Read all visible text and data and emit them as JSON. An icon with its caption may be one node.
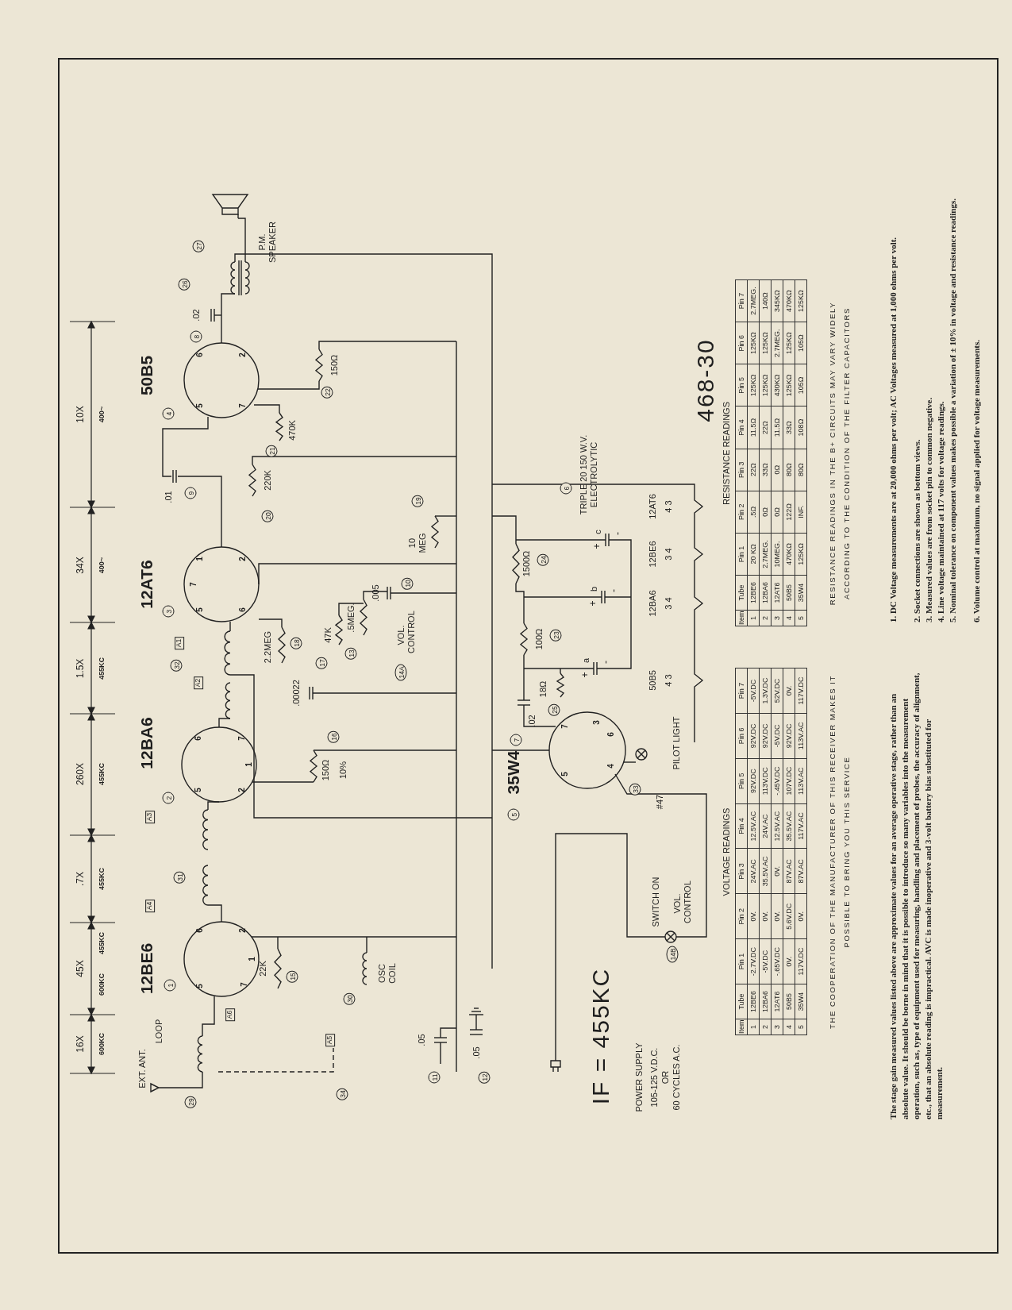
{
  "diagram": {
    "labels": [
      "16X",
      "600KC",
      "45X",
      "600KC",
      "455KC",
      ".7X",
      "455KC",
      "260X",
      "455KC",
      "1.5X",
      "455KC",
      "34X",
      "400~",
      "10X",
      "400~",
      "12BE6",
      "1",
      "12BA6",
      "2",
      "12AT6",
      "3",
      "50B5",
      "4",
      "EXT. ANT.",
      "LOOP",
      "29",
      "A6",
      "A4",
      "31",
      "A3",
      "A2",
      "32",
      "A1",
      "22K",
      "15",
      "30",
      "OSC COIL",
      "A5",
      "34",
      "11",
      ".05",
      "12",
      ".05",
      "150Ω",
      "10%",
      "16",
      "2.2MEG",
      "18",
      ".00022",
      "17",
      "47K",
      "13",
      ".5MEG.",
      "14A",
      "VOL. CONTROL",
      ".005",
      "10",
      "10 MEG",
      "19",
      ".01",
      "9",
      "220K",
      "20",
      "470K",
      "21",
      "150Ω",
      "22",
      ".02",
      "8",
      "26",
      "27",
      "P.M. SPEAKER",
      "5",
      "35W4",
      ".02",
      "7",
      "18Ω",
      "25",
      "100Ω",
      "23",
      "1500Ω",
      "24",
      "+",
      "a",
      "-",
      "+",
      "b",
      "-",
      "+",
      "c",
      "-",
      "6",
      "TRIPLE 20 150 W.V. ELECTROLYTIC",
      "IF = 455KC",
      "POWER SUPPLY",
      "105-125 V.D.C.",
      "OR",
      "60 CYCLES A.C.",
      "SWITCH ON",
      "14B",
      "VOL. CONTROL",
      "33",
      "#47",
      "PILOT LIGHT",
      "50B5",
      "4 3",
      "12BA6",
      "3 4",
      "12BE6",
      "3 4",
      "12AT6",
      "4 3",
      "5",
      "6",
      "2",
      "7",
      "1",
      "5",
      "6",
      "2",
      "1",
      "7",
      "5",
      "7",
      "1",
      "2",
      "6",
      "5",
      "6",
      "2",
      "7",
      "5",
      "7",
      "3",
      "6",
      "4",
      "468-30",
      "VOLTAGE READINGS",
      "Item",
      "Tube",
      "Pin 1",
      "Pin 2",
      "Pin 3",
      "Pin 4",
      "Pin 5",
      "Pin 6",
      "Pin 7",
      "1",
      "12BE6",
      "-2.7V.DC",
      "0V.",
      "24V.AC",
      "12.5V.AC",
      "92V.DC",
      "92V.DC",
      "-5V.DC",
      "2",
      "12BA6",
      "-5V.DC",
      "0V.",
      "35.5V.AC",
      "24V.AC",
      "113V.DC",
      "92V.DC",
      "1.3V.DC",
      "3",
      "12AT6",
      "-.65V.DC",
      "0V.",
      "0V.",
      "12.5V.AC",
      "-.45V.DC",
      "-5V.DC",
      "52V.DC",
      "4",
      "50B5",
      "0V.",
      "5.6V.DC",
      "87V.AC",
      "35.5V.AC",
      "107V.DC",
      "92V.DC",
      "0V.",
      "5",
      "35W4",
      "117V.DC",
      "0V.",
      "87V.AC",
      "117V.AC",
      "113V.AC",
      "113V.AC",
      "117V.DC",
      "THE COOPERATION OF THE MANUFACTURER OF THIS RECEIVER MAKES IT POSSIBLE TO BRING YOU THIS SERVICE",
      "RESISTANCE READINGS",
      "Item",
      "Tube",
      "Pin 1",
      "Pin 2",
      "Pin 3",
      "Pin 4",
      "Pin 5",
      "Pin 6",
      "Pin 7",
      "1",
      "12BE6",
      "20 KΩ",
      ".5Ω",
      "22Ω",
      "11.5Ω",
      "125KΩ",
      "125KΩ",
      "2.7MEG.",
      "2",
      "12BA6",
      "2.7MEG.",
      "0Ω",
      "33Ω",
      "22Ω",
      "125KΩ",
      "125KΩ",
      "140Ω",
      "3",
      "12AT6",
      "10MEG.",
      "0Ω",
      "0Ω",
      "11.5Ω",
      "430KΩ",
      "2.7MEG.",
      "345KΩ",
      "4",
      "50B5",
      "470KΩ",
      "122Ω",
      "80Ω",
      "33Ω",
      "125KΩ",
      "125KΩ",
      "470KΩ",
      "5",
      "35W4",
      "125KΩ",
      "INF.",
      "80Ω",
      "108Ω",
      "105Ω",
      "105Ω",
      "125KΩ",
      "RESISTANCE READINGS IN THE B+ CIRCUITS MAY VARY WIDELY ACCORDING TO THE CONDITION OF THE FILTER CAPACITORS",
      "The stage gain measured values listed above are approximate values for an average operative stage, rather than an absolute value. It should be borne in mind that it is possible to introduce so many variables into the measurement operation, such as, type of equipment used for measuring, handling and placement of probes, the accuracy of alignment, etc., that an absolute reading is impractical. AVC is made inoperative and 3-volt battery bias substituted for measurement.",
      "1. DC Voltage measurements are at 20,000 ohms per volt; AC Voltages measured at 1,000 ohms per volt.",
      "2. Socket connections are shown as bottom views.",
      "3. Measured values are from socket pin to common negative.",
      "4. Line voltage maintained at 117 volts for voltage readings.",
      "5. Nominal tolerance on component values makes possible a variation of ± 10% in voltage and resistance readings.",
      "6. Volume control at maximum, no signal applied for voltage measurements."
    ]
  }
}
